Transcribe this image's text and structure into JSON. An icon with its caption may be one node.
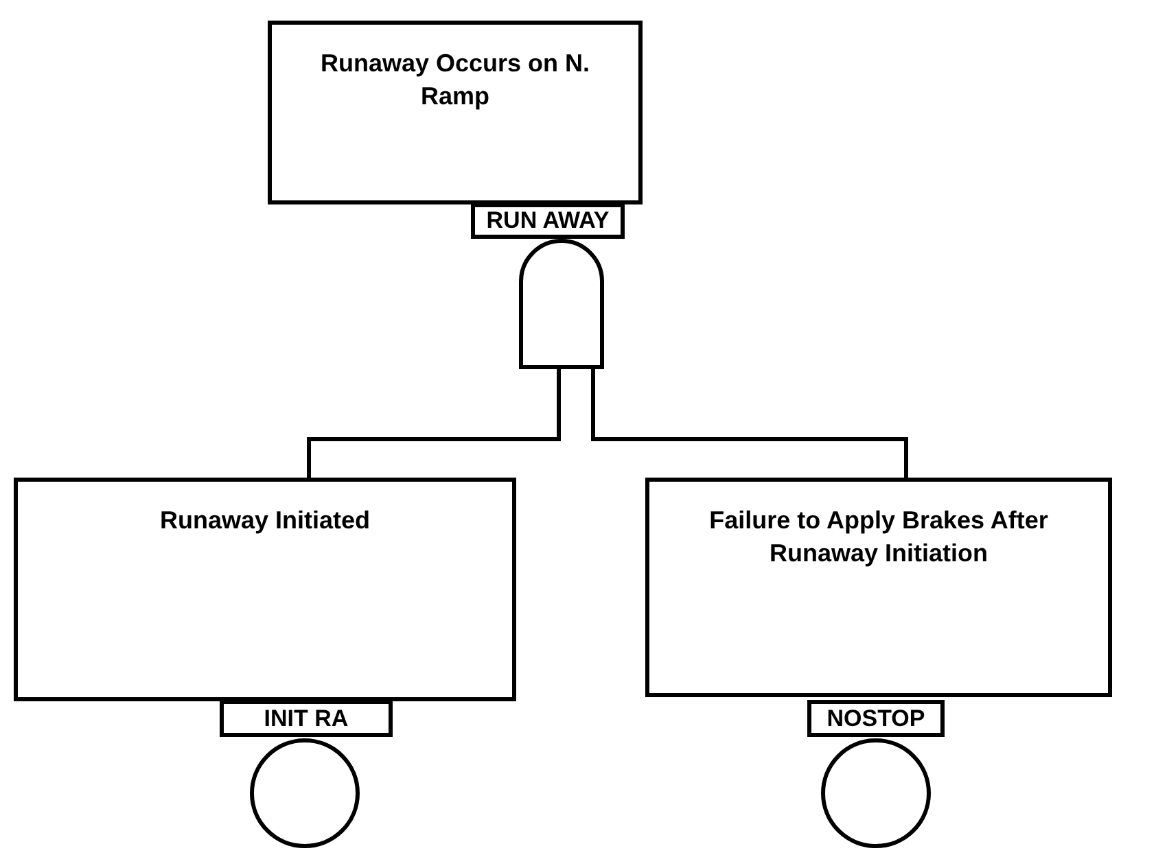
{
  "diagram": {
    "nodes": [
      {
        "text": [
          "Runaway Occurs on N. Ramp"
        ]
      },
      {
        "text": [
          "RUN AWAY"
        ]
      },
      {
        "text": [],
        "shape": "gate"
      },
      {
        "text": [
          "Runaway Initiated"
        ]
      },
      {
        "text": [
          "Failure to Apply Brakes After Runaway Initiation"
        ]
      },
      {
        "text": [
          "INIT RA"
        ]
      },
      {
        "text": [
          "NOSTOP"
        ]
      },
      {
        "text": [],
        "shape": "circle"
      },
      {
        "text": [],
        "shape": "circle"
      }
    ],
    "edges": [
      {
        "from": 2,
        "to": 3,
        "arrow": "none"
      },
      {
        "from": 2,
        "to": 4,
        "arrow": "none"
      }
    ]
  }
}
